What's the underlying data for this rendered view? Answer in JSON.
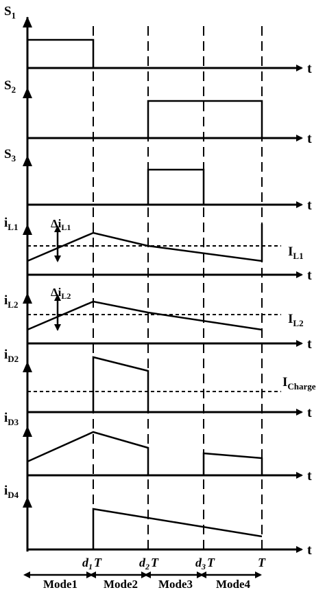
{
  "channels": [
    {
      "id": "s1",
      "label": "S",
      "sub": "1"
    },
    {
      "id": "s2",
      "label": "S",
      "sub": "2"
    },
    {
      "id": "s3",
      "label": "S",
      "sub": "3"
    },
    {
      "id": "il1",
      "label": "i",
      "sub": "L1"
    },
    {
      "id": "il2",
      "label": "i",
      "sub": "L2"
    },
    {
      "id": "id2",
      "label": "i",
      "sub": "D2"
    },
    {
      "id": "id3",
      "label": "i",
      "sub": "D3"
    },
    {
      "id": "id4",
      "label": "i",
      "sub": "D4"
    }
  ],
  "time_axis_label": "t",
  "ripple_labels": {
    "il1": {
      "main": "Δi",
      "sub": "L1"
    },
    "il2": {
      "main": "Δi",
      "sub": "L2"
    }
  },
  "level_labels": {
    "il1": {
      "main": "I",
      "sub": "L1"
    },
    "il2": {
      "main": "I",
      "sub": "L2"
    },
    "id2": {
      "main": "I",
      "sub": "Charge"
    }
  },
  "time_marks": [
    {
      "id": "d1T",
      "main": "d",
      "sub": "1",
      "tail": "T"
    },
    {
      "id": "d2T",
      "main": "d",
      "sub": "2",
      "tail": "T"
    },
    {
      "id": "d3T",
      "main": "d",
      "sub": "3",
      "tail": "T"
    },
    {
      "id": "T",
      "main": "",
      "sub": "",
      "tail": "T"
    }
  ],
  "modes": [
    "Mode1",
    "Mode2",
    "Mode3",
    "Mode4"
  ]
}
